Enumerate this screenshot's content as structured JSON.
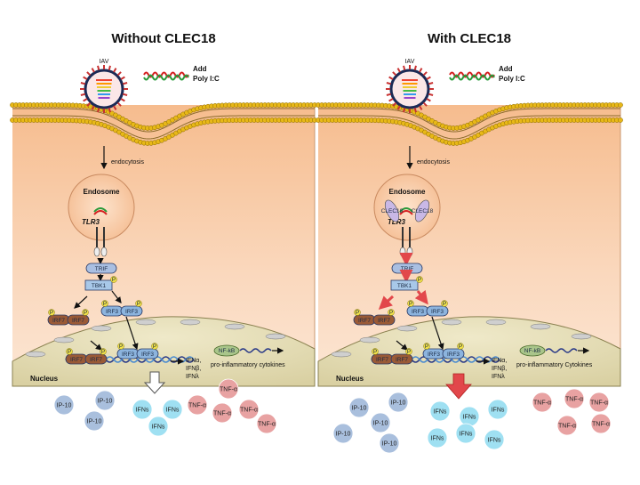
{
  "panels": [
    {
      "title": "Without CLEC18",
      "virus_label": "IAV",
      "add_label_line1": "Add",
      "add_label_line2": "Poly I:C",
      "endocytosis": "endocytosis",
      "endosome": "Endosome",
      "tlr3": "TLR3",
      "trif": "TRIF",
      "tbk1": "TBK1",
      "irf3": "IRF3",
      "irf7": "IRF7",
      "nfkb": "NF-kB",
      "nucleus": "Nucleus",
      "ifn_line1": "IFNα,",
      "ifn_line2": "IFNβ,",
      "ifn_line3": "IFNλ",
      "proinflammatory": "pro-inflammatory  cytokines",
      "ip10": "IP-10",
      "ifns": "IFNs",
      "tnfa": "TNF-α"
    },
    {
      "title": "With CLEC18",
      "virus_label": "IAV",
      "add_label_line1": "Add",
      "add_label_line2": "Poly I:C",
      "endocytosis": "endocytosis",
      "endosome": "Endosome",
      "tlr3": "TLR3",
      "clec18": "CLEC18",
      "trif": "TRIF",
      "tbk1": "TBK1",
      "irf3": "IRF3",
      "irf7": "IRF7",
      "nfkb": "NF-kB",
      "nucleus": "Nucleus",
      "ifn_line1": "IFNα,",
      "ifn_line2": "IFNβ,",
      "ifn_line3": "IFNλ",
      "proinflammatory": "pro-inflammatory  Cytokines",
      "ip10": "IP-10",
      "ifns": "IFNs",
      "tnfa": "TNF-α"
    }
  ],
  "phospho": "P",
  "colors": {
    "cytoplasm": "#f7c9a0",
    "membrane_head": "#e8b818",
    "nucleus": "#e9e1b8",
    "ip10": "#a9bfdd",
    "ifns": "#9fe0f2",
    "tnfa": "#e8a2a2",
    "red_arrow": "#e2474b",
    "irf3": "#8cb4de",
    "irf7": "#9a5a36",
    "trif": "#a9bfe2",
    "tbk1": "#a8c8e8",
    "nfkb": "#a9c58a",
    "phospho": "#f0e04a"
  }
}
